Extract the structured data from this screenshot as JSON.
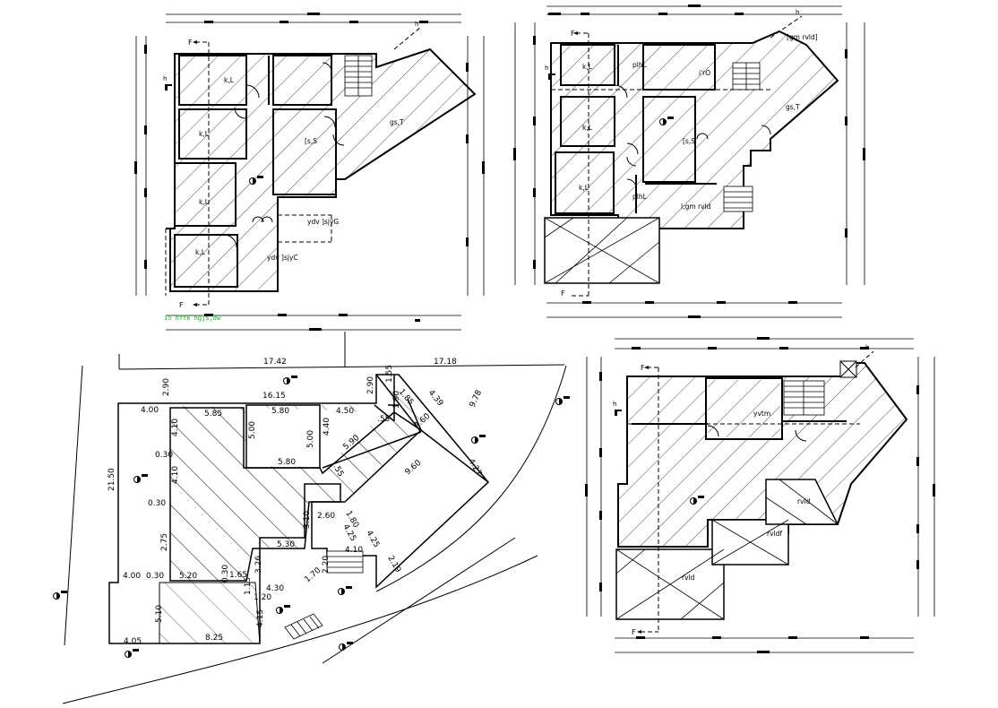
{
  "colors": {
    "background": "#ffffff",
    "line": "#000000",
    "note": "#00c000"
  },
  "plans": {
    "ground": {
      "section_marks": [
        "F",
        "F"
      ],
      "north_mark": "h",
      "room_labels": [
        "k,L",
        "k,L",
        "k,L",
        "k,L",
        "[s,S",
        "gs,T",
        "ydv ]sjyG",
        "ydv ]sjyC"
      ],
      "note": "i5   hftk hgjs,dw"
    },
    "first": {
      "section_marks": [
        "F",
        "F"
      ],
      "north_mark": "h",
      "room_labels": [
        "k,L",
        "k,L",
        "k,L",
        "plhL",
        "plhL",
        "i'rO",
        "[s,S",
        "gs,T",
        "[gm rvld]",
        "l;gm rvld"
      ]
    },
    "roof": {
      "section_marks": [
        "F",
        "F"
      ],
      "north_mark": "h",
      "room_labels": [
        "yvtm",
        "rvld",
        "rvldf",
        "rvld"
      ]
    },
    "site": {
      "dimensions": [
        "17.42",
        "17.18",
        "2.90",
        "2.90",
        "1.55",
        "1.85",
        "4.39",
        "16.15",
        "4.00",
        "5.85",
        "5.80",
        "4.50",
        "1.90",
        "9.78",
        "4.10",
        "5.00",
        "5.00",
        "4.40",
        ".55",
        "4.60",
        "0.30",
        "5.90",
        "5.80",
        ".55",
        "9.60",
        "4.27",
        "21.50",
        "4.10",
        "0.30",
        "2.60",
        "3.10",
        "1.80",
        "4.25",
        "2.75",
        "5.30",
        "4.25",
        "4.10",
        "3.26",
        "2.20",
        "2.19",
        "4.00",
        "0.30",
        "5.20",
        "1.65",
        "0.30",
        "1.70",
        "1.15",
        "4.30",
        "1.20",
        "5.10",
        "4.15",
        "8.25",
        "4.05"
      ]
    }
  }
}
